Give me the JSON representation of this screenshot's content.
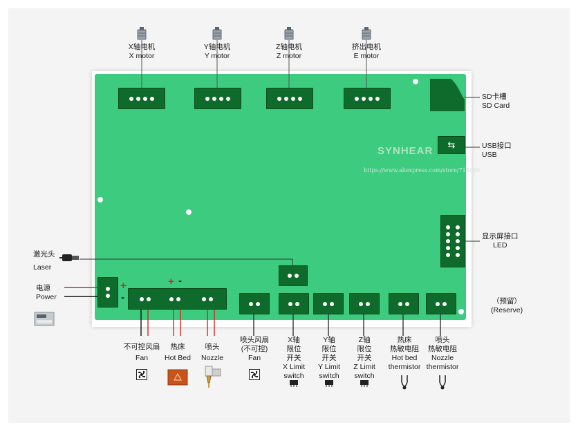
{
  "colors": {
    "board": "#3ccb7f",
    "connector": "#0f6b2b",
    "wire_red": "#e02020",
    "wire_black": "#111111",
    "sign_red": "#e02020"
  },
  "motors": [
    {
      "cn": "X轴电机",
      "en": "X motor",
      "pins": 4
    },
    {
      "cn": "Y轴电机",
      "en": "Y motor",
      "pins": 4
    },
    {
      "cn": "Z轴电机",
      "en": "Z motor",
      "pins": 4
    },
    {
      "cn": "挤出电机",
      "en": "E motor",
      "pins": 4
    }
  ],
  "right_ports": {
    "sd": {
      "cn": "SD卡槽",
      "en": "SD Card"
    },
    "usb": {
      "cn": "USB接口",
      "en": "USB"
    },
    "led": {
      "cn": "显示屏接口",
      "en": "LED"
    },
    "reserve": {
      "cn": "（预留）",
      "en": "(Reserve)"
    }
  },
  "left_ports": {
    "laser": {
      "cn": "激光头",
      "en": "Laser"
    },
    "power": {
      "cn": "电源",
      "en": "Power"
    },
    "plus": "+",
    "minus": "-"
  },
  "watermark": {
    "url": "https://www.aliexpress.com/store/718699",
    "brand": "SYNHEAR"
  },
  "bottom_ports": [
    {
      "lines": [
        "不可控风扇",
        "Fan"
      ],
      "icon": "fan-icon"
    },
    {
      "lines": [
        "热床",
        "Hot Bed"
      ],
      "icon": "hot-bed-icon"
    },
    {
      "lines": [
        "喷头",
        "Nozzle"
      ],
      "icon": "nozzle-icon"
    },
    {
      "lines": [
        "喷头风扇",
        "(不可控)",
        "Fan"
      ],
      "icon": "fan-icon"
    },
    {
      "lines": [
        "X轴",
        "限位",
        "开关",
        "X Limit",
        "switch"
      ],
      "icon": "limit-switch-icon"
    },
    {
      "lines": [
        "Y轴",
        "限位",
        "开关",
        "Y Limit",
        "switch"
      ],
      "icon": "limit-switch-icon"
    },
    {
      "lines": [
        "Z轴",
        "限位",
        "开关",
        "Z Limit",
        "switch"
      ],
      "icon": "limit-switch-icon"
    },
    {
      "lines": [
        "热床",
        "热敏电阻",
        "Hot bed",
        "thermistor"
      ],
      "icon": "thermistor-icon"
    },
    {
      "lines": [
        "喷头",
        "热敏电阻",
        "Nozzle",
        "thermistor"
      ],
      "icon": "thermistor-icon"
    }
  ]
}
